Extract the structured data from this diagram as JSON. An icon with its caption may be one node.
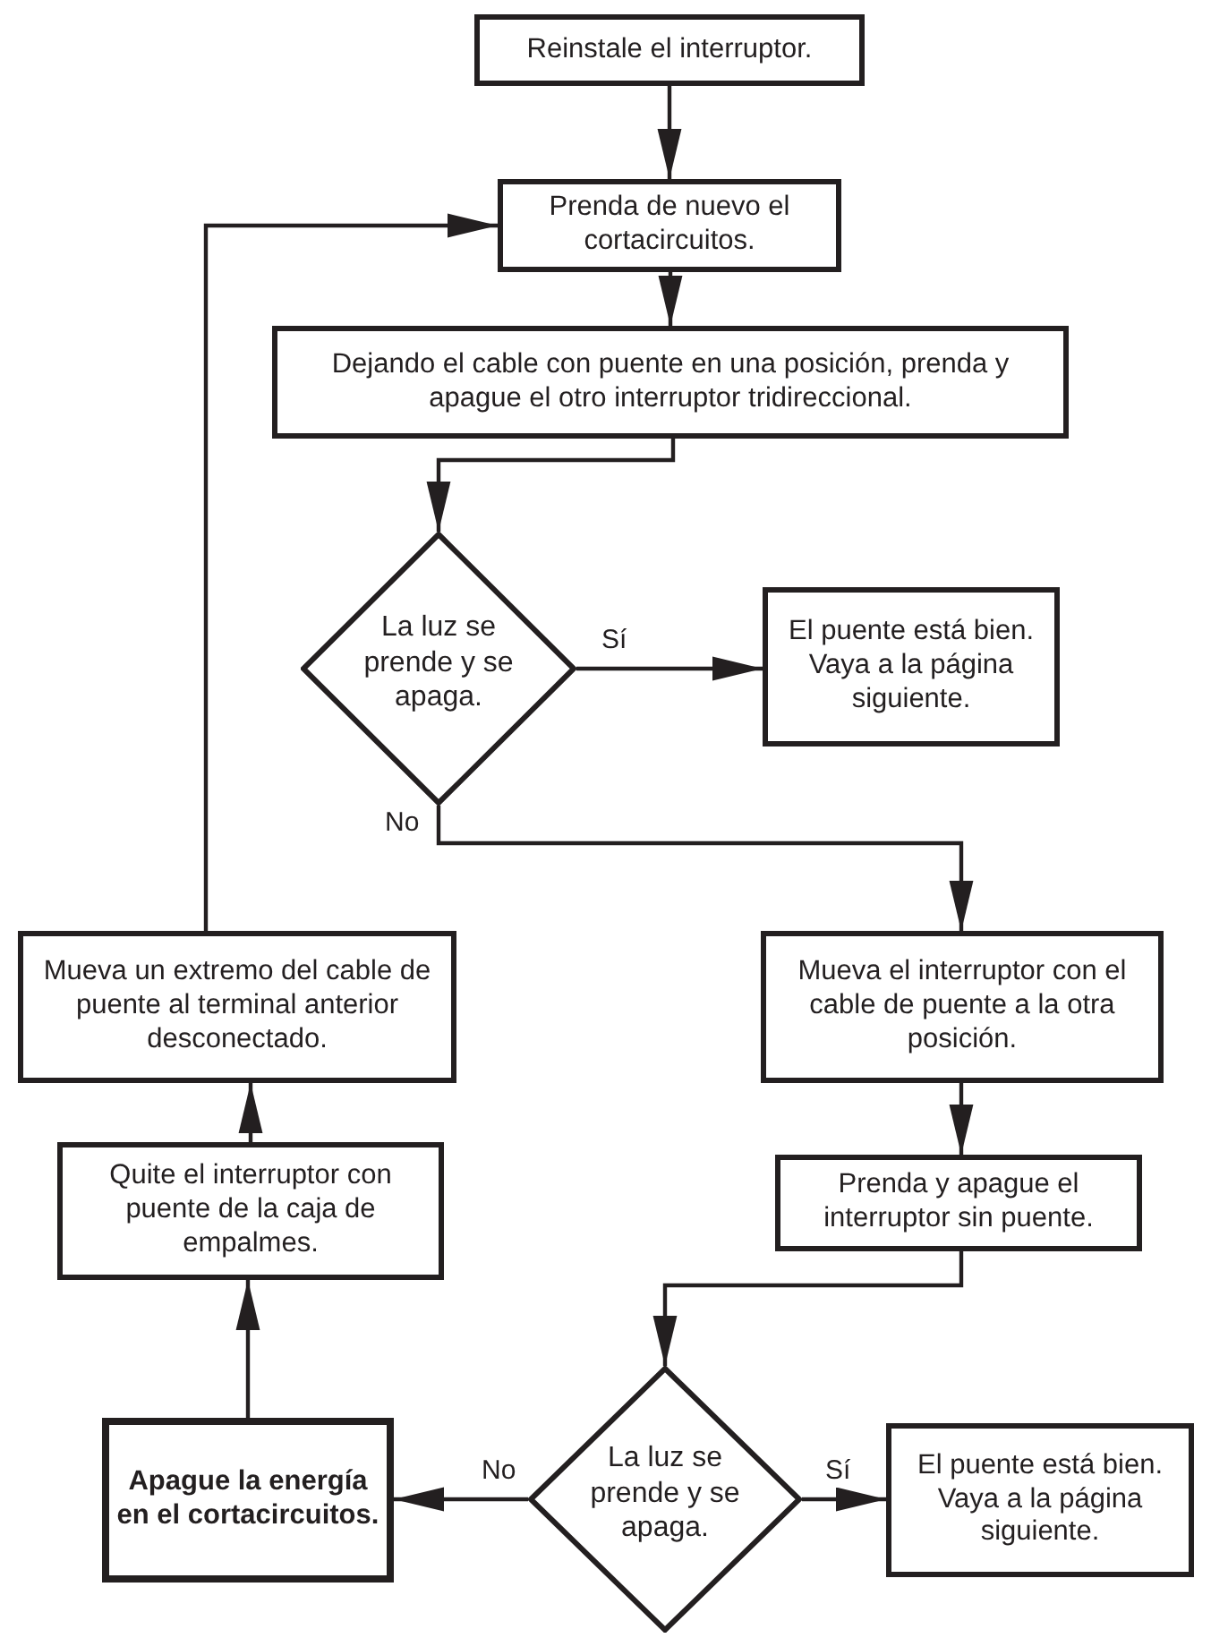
{
  "diagram": {
    "nodes": [
      {
        "text": [
          "Reinstale el interruptor."
        ]
      },
      {
        "text": [
          "Prenda de nuevo el cortacircuitos."
        ]
      },
      {
        "text": [
          "Dejando el cable con puente en una posición, prenda y apague el otro interruptor tridireccional."
        ]
      },
      {
        "text": [
          "La luz se prende y se apaga."
        ]
      },
      {
        "text": [
          "El puente está bien. Vaya a la página siguiente."
        ]
      },
      {
        "text": [
          "Mueva el interruptor con el cable de puente a la otra posición."
        ]
      },
      {
        "text": [
          "Prenda y apague el interruptor sin puente."
        ]
      },
      {
        "text": [
          "La luz se prende y se apaga."
        ]
      },
      {
        "text": [
          "El puente está bien. Vaya a la página siguiente."
        ]
      },
      {
        "text": [
          "Apague la energía en el cortacircuitos."
        ]
      },
      {
        "text": [
          "Quite el interruptor con puente de la caja de empalmes."
        ]
      },
      {
        "text": [
          "Mueva un extremo del cable de puente al terminal anterior desconectado."
        ]
      }
    ],
    "edges": [
      {
        "from": 0,
        "to": 1,
        "arrow": "to"
      },
      {
        "from": 1,
        "to": 2,
        "arrow": "to"
      },
      {
        "from": 2,
        "to": 3,
        "arrow": "to"
      },
      {
        "from": 3,
        "to": 4,
        "arrow": "to",
        "label": "Sí"
      },
      {
        "from": 3,
        "to": 5,
        "arrow": "to",
        "label": "No"
      },
      {
        "from": 5,
        "to": 6,
        "arrow": "to"
      },
      {
        "from": 6,
        "to": 7,
        "arrow": "to"
      },
      {
        "from": 7,
        "to": 8,
        "arrow": "to",
        "label": "Sí"
      },
      {
        "from": 7,
        "to": 9,
        "arrow": "to",
        "label": "No"
      },
      {
        "from": 9,
        "to": 10,
        "arrow": "to"
      },
      {
        "from": 10,
        "to": 11,
        "arrow": "to"
      },
      {
        "from": 11,
        "to": 1,
        "arrow": "to"
      }
    ]
  }
}
